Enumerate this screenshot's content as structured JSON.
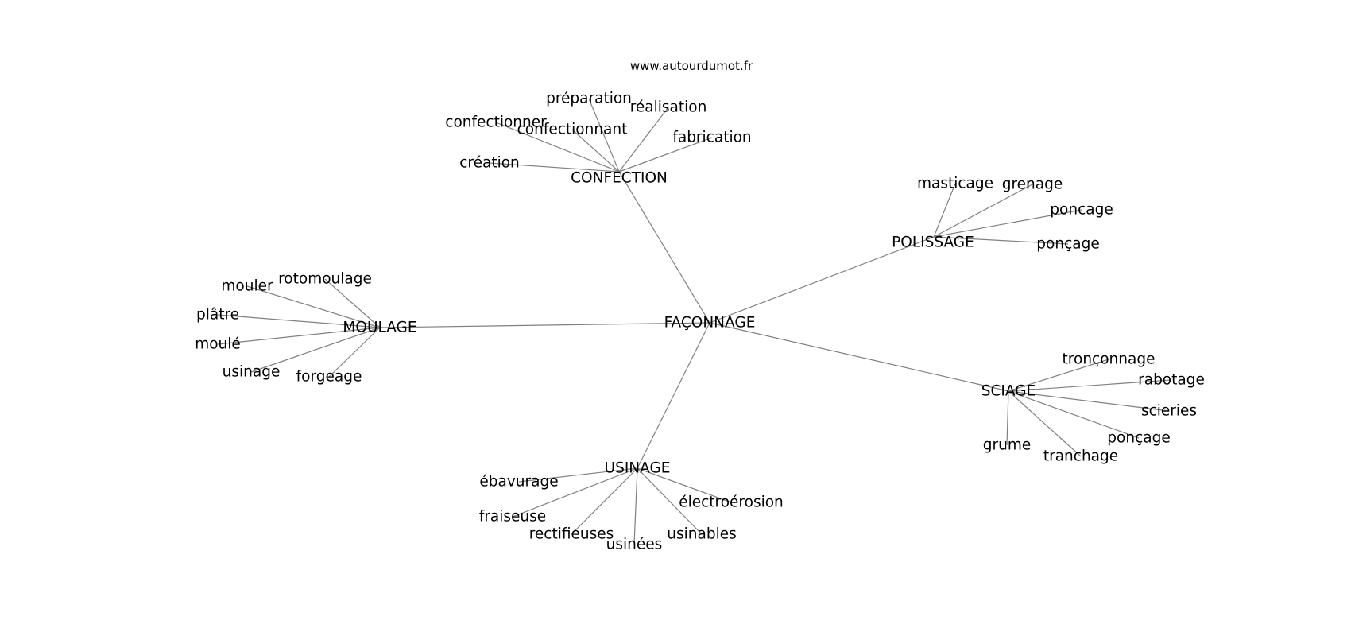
{
  "watermark": "www.autourdumot.fr",
  "colors": {
    "edge": "#808080",
    "text": "#000000",
    "background": "#ffffff"
  },
  "center": {
    "id": "faconnage",
    "label": "FAÇONNAGE"
  },
  "hubs": [
    {
      "id": "confection",
      "label": "CONFECTION",
      "leaves": [
        {
          "id": "preparation",
          "label": "préparation"
        },
        {
          "id": "realisation",
          "label": "réalisation"
        },
        {
          "id": "confectionner",
          "label": "confectionner"
        },
        {
          "id": "confectionnant",
          "label": "confectionnant"
        },
        {
          "id": "fabrication",
          "label": "fabrication"
        },
        {
          "id": "creation",
          "label": "création"
        }
      ]
    },
    {
      "id": "polissage",
      "label": "POLISSAGE",
      "leaves": [
        {
          "id": "masticage",
          "label": "masticage"
        },
        {
          "id": "grenage",
          "label": "grenage"
        },
        {
          "id": "poncage-a",
          "label": "poncage"
        },
        {
          "id": "poncage-b",
          "label": "ponçage"
        }
      ]
    },
    {
      "id": "moulage",
      "label": "MOULAGE",
      "leaves": [
        {
          "id": "mouler",
          "label": "mouler"
        },
        {
          "id": "rotomoulage",
          "label": "rotomoulage"
        },
        {
          "id": "platre",
          "label": "plâtre"
        },
        {
          "id": "moule",
          "label": "moulé"
        },
        {
          "id": "usinage-leaf",
          "label": "usinage"
        },
        {
          "id": "forgeage",
          "label": "forgeage"
        }
      ]
    },
    {
      "id": "sciage",
      "label": "SCIAGE",
      "leaves": [
        {
          "id": "tronconnage",
          "label": "tronçonnage"
        },
        {
          "id": "rabotage",
          "label": "rabotage"
        },
        {
          "id": "scieries",
          "label": "scieries"
        },
        {
          "id": "poncage-c",
          "label": "ponçage"
        },
        {
          "id": "tranchage",
          "label": "tranchage"
        },
        {
          "id": "grume",
          "label": "grume"
        }
      ]
    },
    {
      "id": "usinage",
      "label": "USINAGE",
      "leaves": [
        {
          "id": "ebavurage",
          "label": "ébavurage"
        },
        {
          "id": "electroerosion",
          "label": "électroérosion"
        },
        {
          "id": "fraiseuse",
          "label": "fraiseuse"
        },
        {
          "id": "rectifieuses",
          "label": "rectifieuses"
        },
        {
          "id": "usinees",
          "label": "usinées"
        },
        {
          "id": "usinables",
          "label": "usinables"
        }
      ]
    }
  ]
}
